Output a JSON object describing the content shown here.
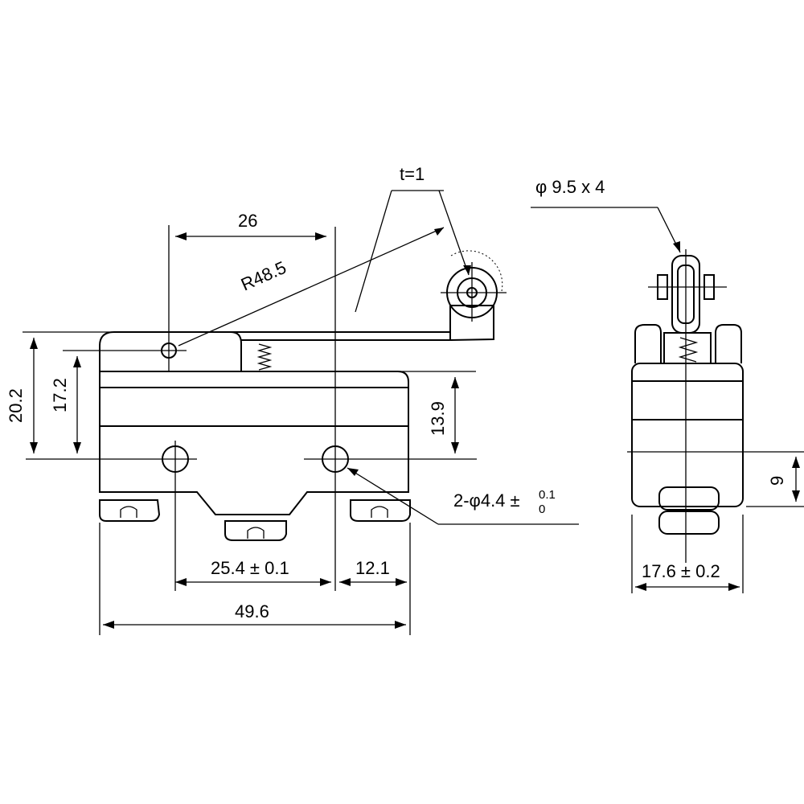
{
  "dimensions": {
    "thickness": "t=1",
    "lever_offset": "26",
    "radius": "R48.5",
    "overall_height": "20.2",
    "body_height": "17.2",
    "hole_height": "13.9",
    "hole_spacing": "25.4 ± 0.1",
    "hole_edge": "12.1",
    "overall_length": "49.6",
    "mount_hole_prefix": "2-φ4.4 ±",
    "mount_hole_tol_upper": "0.1",
    "mount_hole_tol_lower": "0",
    "roller_size": "φ 9.5 x 4",
    "side_hole_height": "9",
    "width": "17.6 ± 0.2"
  }
}
